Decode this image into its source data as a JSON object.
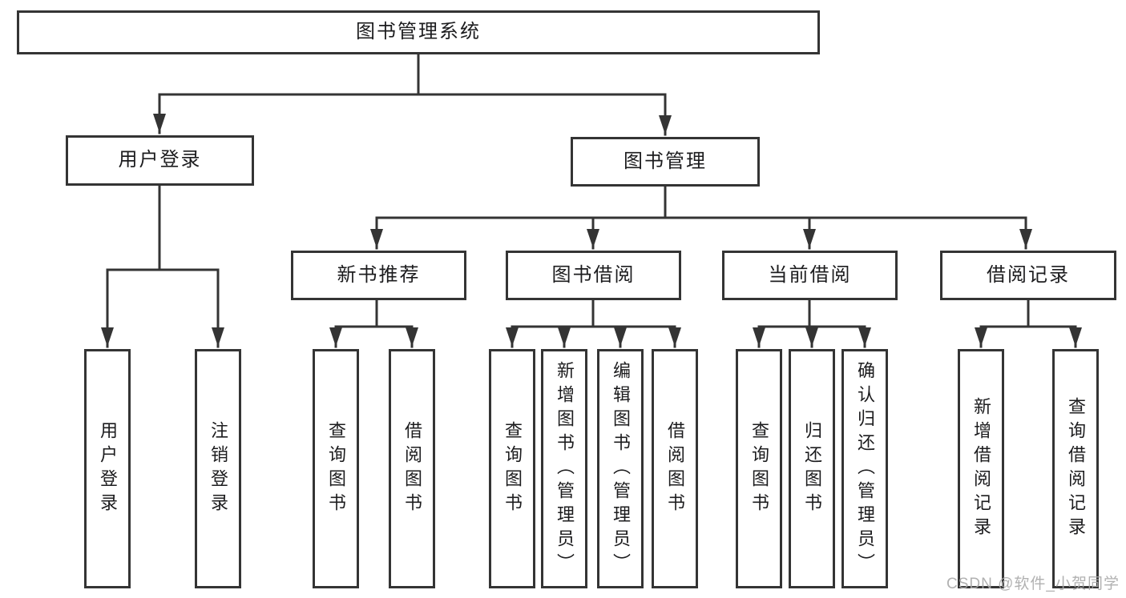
{
  "diagram_type": "functional-structure-tree",
  "colors": {
    "background": "#ffffff",
    "line": "#343434",
    "box_border": "#343434",
    "text": "#1c1c1e",
    "watermark": "#a9a9a9"
  },
  "tree": {
    "root": "图书管理系统",
    "level2": [
      "用户登录",
      "图书管理"
    ],
    "level3": [
      "新书推荐",
      "图书借阅",
      "当前借阅",
      "借阅记录"
    ],
    "leaves": {
      "login": [
        "用户登录",
        "注销登录"
      ],
      "recommend": [
        "查询图书",
        "借阅图书"
      ],
      "borrow": [
        "查询图书",
        "新增图书（管理员）",
        "编辑图书（管理员）",
        "借阅图书"
      ],
      "current": [
        "查询图书",
        "归还图书",
        "确认归还（管理员）"
      ],
      "records": [
        "新增借阅记录",
        "查询借阅记录"
      ]
    }
  },
  "watermark": "CSDN @软件_小贺同学"
}
